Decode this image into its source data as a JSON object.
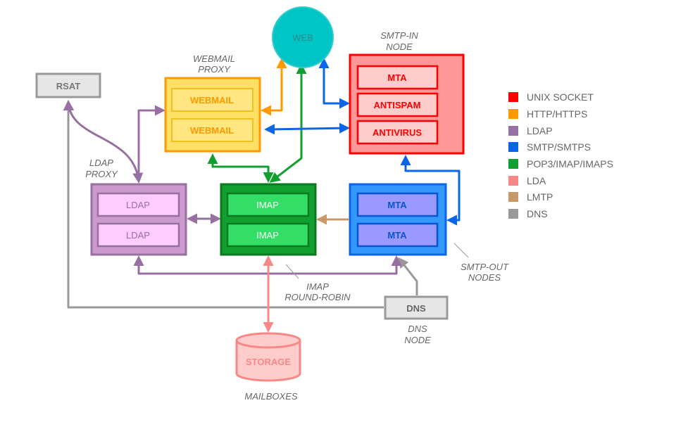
{
  "colors": {
    "unix_socket": "#ff0000",
    "http": "#ff9900",
    "ldap": "#976fa2",
    "smtp": "#0b65e8",
    "pop3": "#11a030",
    "lda": "#f88787",
    "lmtp": "#c6996a",
    "dns": "#999999",
    "web_fill": "#00c5c7"
  },
  "nodes": {
    "web": "WEB",
    "rsat": "RSAT",
    "dns": "DNS",
    "storage": "STORAGE",
    "webmail_1": "WEBMAIL",
    "webmail_2": "WEBMAIL",
    "smtp_in_mta": "MTA",
    "antispam": "ANTISPAM",
    "antivirus": "ANTIVIRUS",
    "ldap_1": "LDAP",
    "ldap_2": "LDAP",
    "imap_1": "IMAP",
    "imap_2": "IMAP",
    "smtp_out_mta_1": "MTA",
    "smtp_out_mta_2": "MTA"
  },
  "captions": {
    "webmail_proxy": [
      "WEBMAIL",
      "PROXY"
    ],
    "smtp_in_node": [
      "SMTP-IN",
      "NODE"
    ],
    "ldap_proxy": [
      "LDAP",
      "PROXY"
    ],
    "imap_round_robin": [
      "IMAP",
      "ROUND-ROBIN"
    ],
    "smtp_out_nodes": [
      "SMTP-OUT",
      "NODES"
    ],
    "dns_node": [
      "DNS",
      "NODE"
    ],
    "mailboxes": "MAILBOXES"
  },
  "legend": [
    {
      "label": "UNIX SOCKET",
      "color": "#ff0000"
    },
    {
      "label": "HTTP/HTTPS",
      "color": "#ff9900"
    },
    {
      "label": "LDAP",
      "color": "#976fa2"
    },
    {
      "label": "SMTP/SMTPS",
      "color": "#0b65e8"
    },
    {
      "label": "POP3/IMAP/IMAPS",
      "color": "#11a030"
    },
    {
      "label": "LDA",
      "color": "#f88787"
    },
    {
      "label": "LMTP",
      "color": "#c6996a"
    },
    {
      "label": "DNS",
      "color": "#999999"
    }
  ]
}
